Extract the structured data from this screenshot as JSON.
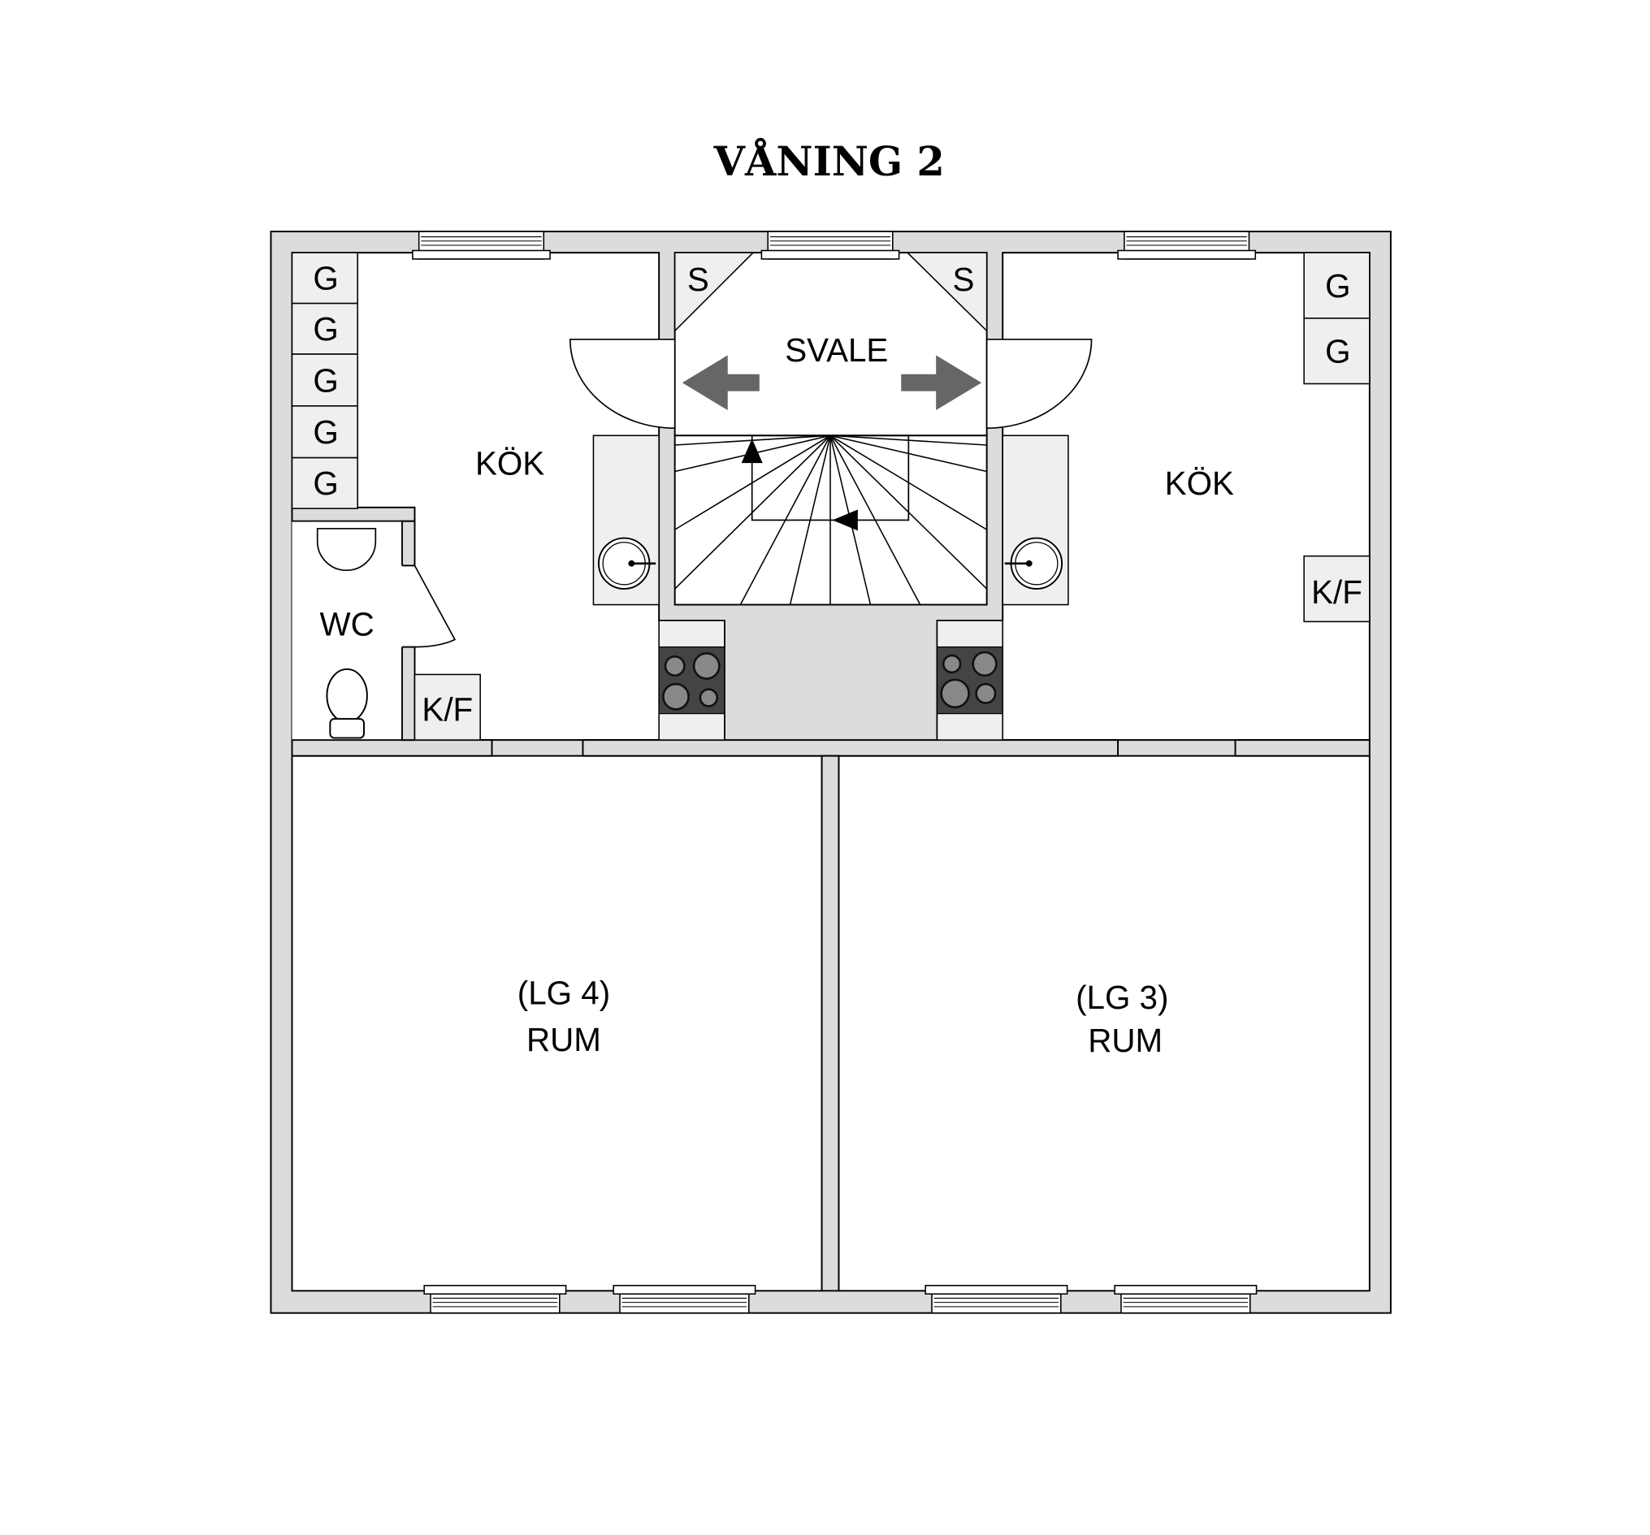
{
  "title": "VÅNING 2",
  "rooms": {
    "kitchen_left": "KÖK",
    "kitchen_right": "KÖK",
    "svale": "SVALE",
    "wc": "WC",
    "room_left_id": "(LG 4)",
    "room_left": "RUM",
    "room_right_id": "(LG 3)",
    "room_right": "RUM"
  },
  "fixtures": {
    "g": "G",
    "s": "S",
    "kf": "K/F"
  },
  "colors": {
    "wall": "#dcdcdc",
    "arrow": "#666666",
    "stove": "#444444"
  }
}
